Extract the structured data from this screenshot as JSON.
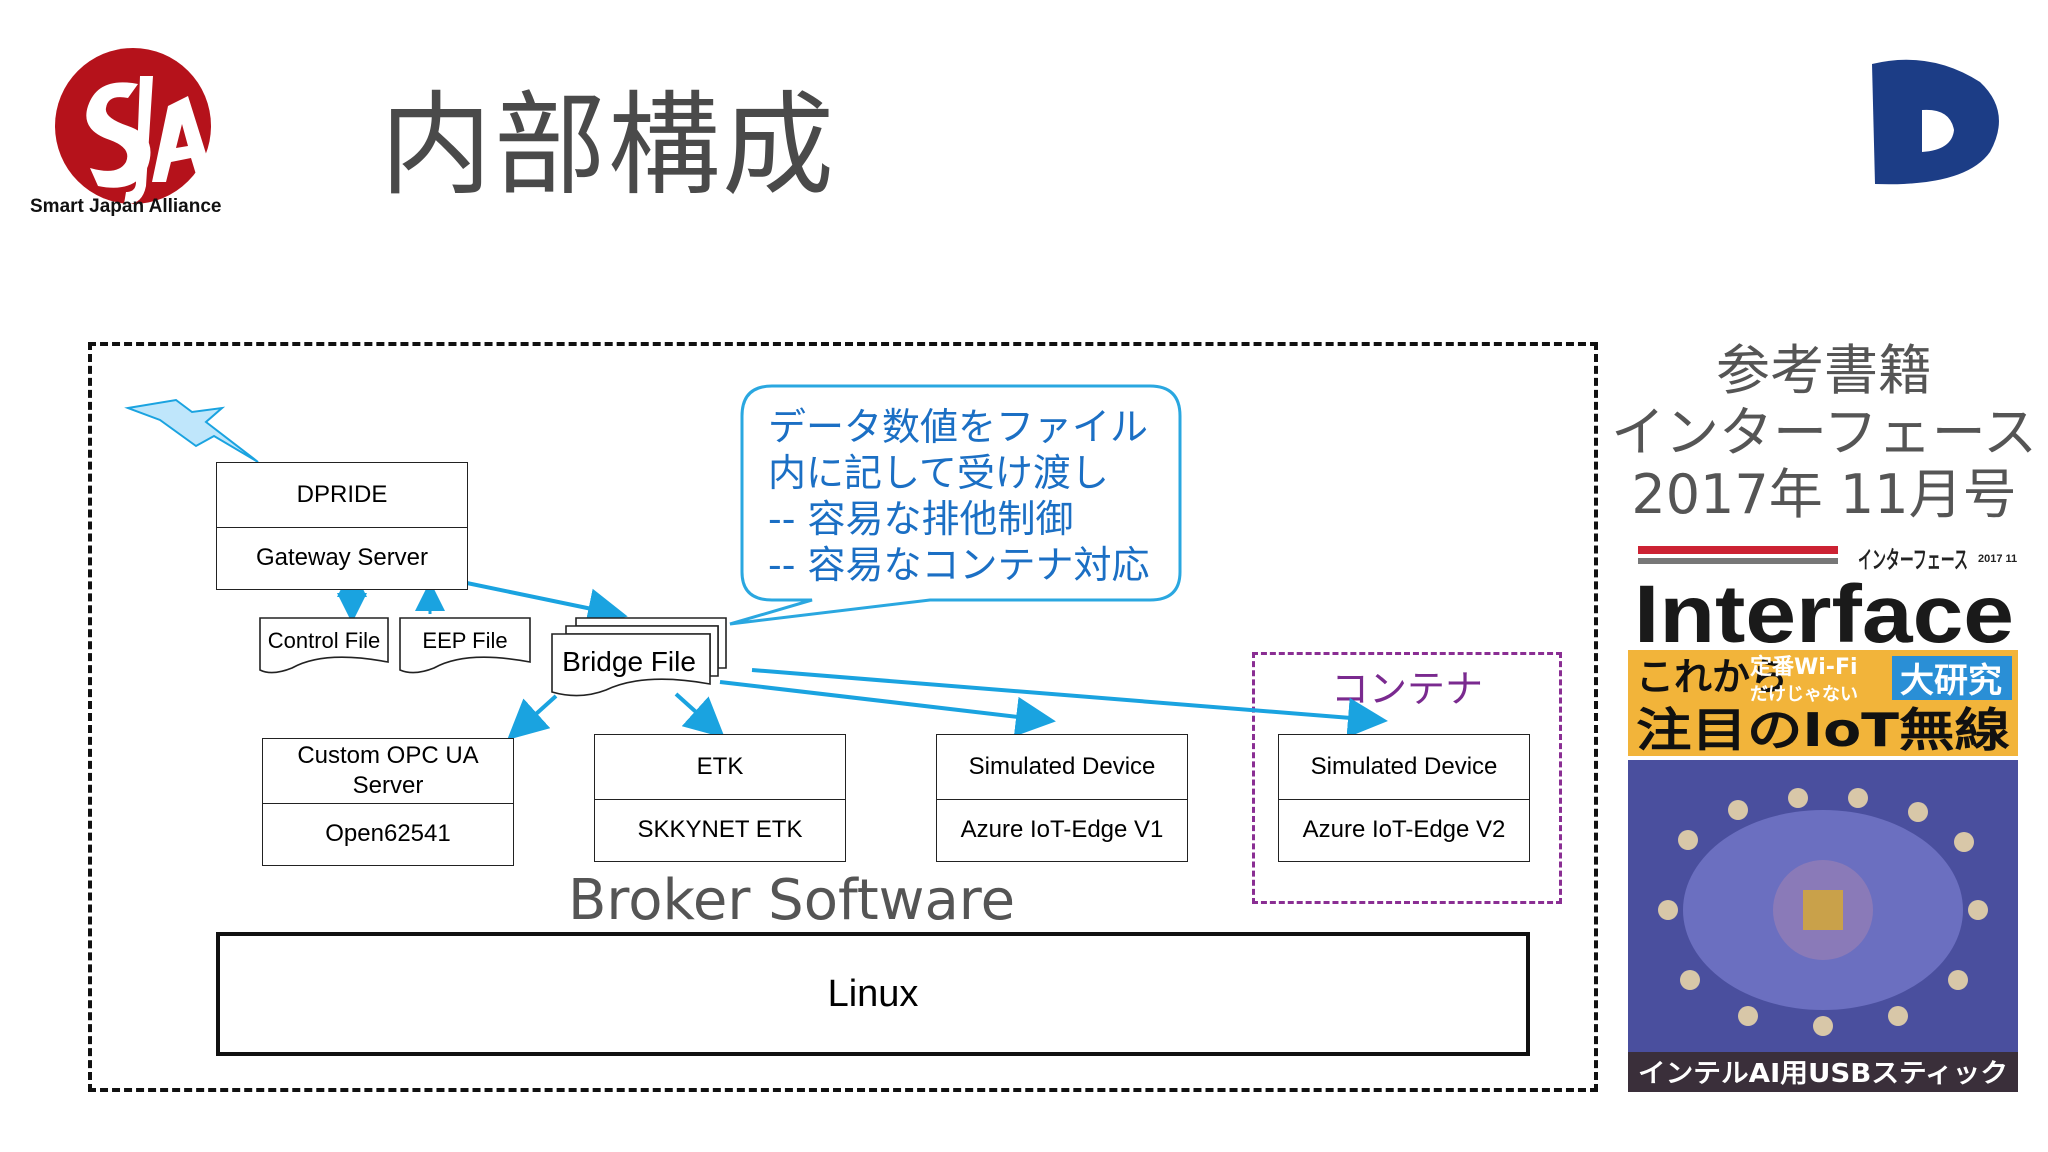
{
  "slide": {
    "title": "内部構成",
    "logo_left_text": "Smart Japan Alliance",
    "logo_left_initials": "SJA"
  },
  "diagram": {
    "gateway": {
      "top": "DPRIDE",
      "bottom": "Gateway Server"
    },
    "control_file": "Control File",
    "eep_file": "EEP File",
    "bridge_file": "Bridge File",
    "opc": {
      "top": "Custom OPC UA Server",
      "bottom": "Open62541"
    },
    "etk": {
      "top": "ETK",
      "bottom": "SKKYNET ETK"
    },
    "sim1": {
      "top": "Simulated Device",
      "bottom": "Azure IoT-Edge V1"
    },
    "sim2": {
      "top": "Simulated Device",
      "bottom": "Azure IoT-Edge V2"
    },
    "container_label": "コンテナ",
    "broker_label": "Broker Software",
    "linux_label": "Linux",
    "callout": "データ数値をファイル\n内に記して受け渡し\n-- 容易な排他制御\n-- 容易なコンテナ対応"
  },
  "reference": {
    "heading": "参考書籍",
    "book": "インターフェース",
    "issue": "2017年 11月号",
    "cover_masthead": "Interface",
    "cover_kana": "インターフェース",
    "cover_month": "2017 11",
    "cover_headline1": "これから",
    "cover_headline2": "定番Wi-Fi",
    "cover_headline3": "だけじゃない",
    "cover_headline4": "大研究",
    "cover_headline5": "注目のIoT無線",
    "cover_footer": "インテルAI用USBスティック"
  },
  "colors": {
    "arrow": "#1aa3e0",
    "callout_border": "#2aa7e0",
    "callout_text": "#1b6fc4",
    "container": "#8a2e93",
    "logo_red": "#b5121b",
    "logo_navy": "#1c3d86"
  }
}
